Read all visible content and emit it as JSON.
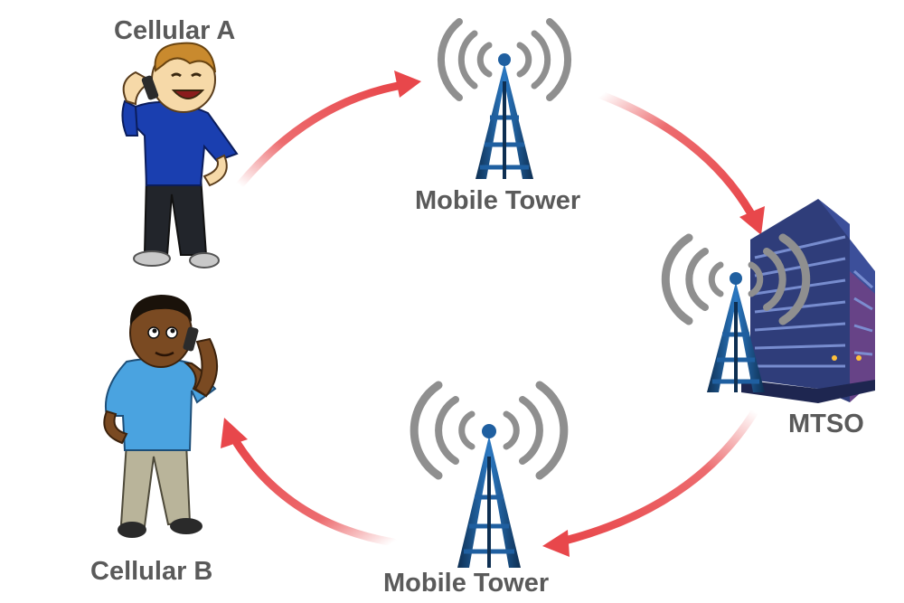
{
  "labels": {
    "cellular_a": "Cellular A",
    "cellular_b": "Cellular B",
    "tower_top": "Mobile Tower",
    "tower_bottom": "Mobile Tower",
    "mtso": "MTSO"
  },
  "colors": {
    "arrow": "#e8474b",
    "label_text": "#5a5a5a",
    "tower_steel": "#1f5fa0",
    "tower_dark": "#0e2f52",
    "signal_wave": "#8f8f8f",
    "building_front": "#2f3d7a",
    "building_side": "#3c4f9a",
    "shirt_a": "#1a3fb0",
    "shirt_b": "#4aa3e0"
  },
  "icons": [
    "person-icon",
    "phone-icon",
    "tower-icon",
    "signal-waves-icon",
    "building-icon",
    "arrow-icon"
  ]
}
